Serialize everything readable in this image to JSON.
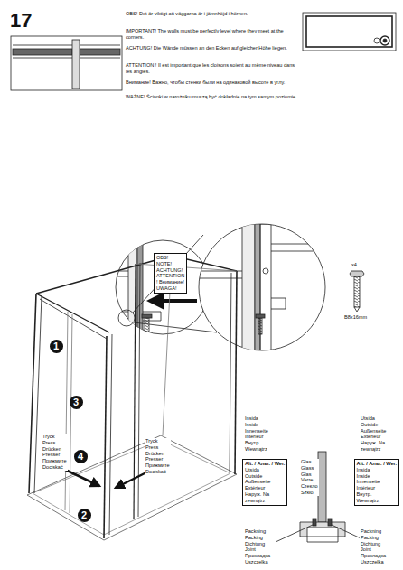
{
  "diagram": {
    "nodes": [
      {
        "text": [
          "OBS! NOTE! ACHTUNG! ATTENTION ! Внимание! UWAGA!"
        ]
      },
      {
        "text": [
          "1"
        ]
      },
      {
        "text": [
          "3"
        ]
      },
      {
        "text": [
          "4"
        ]
      },
      {
        "text": [
          "2"
        ]
      },
      {
        "text": [
          "Alt. / Альт. / Wer.",
          "Utsida Outside Außenseite Extérieur Наруж. Na zewnątrz"
        ]
      },
      {
        "text": [
          "Alt. / Альт. / Wer.",
          "Insida Inside Innenseite Intérieur Внутр. Wewnątrz"
        ]
      }
    ],
    "labels": [
      "17",
      "OBS! Det är viktigt att väggarna är i jämnhöjd i hörnen.",
      "IMPORTANT! The walls must be perfectly level where they meet at the corners.",
      "ACHTUNG! Die Wände müssen an den Ecken auf gleicher Höhe liegen.",
      "ATTENTION ! Il est important que les cloisons soient au même niveau dans les angles.",
      "Внимание! Важно, чтобы стенки были на одинаковой высоте в углу.",
      "WAŻNE! Ścianki w narożniku muszą być dokładnie na tym samym poziomie.",
      "x4",
      "B8x16mm",
      "Tryck Press Drücken Presser Прижмите Dociskać",
      "Tryck Press Drücken Presser Прижмите Dociskać",
      "Insida Inside Innenseite Intérieur Внутр. Wewnątrz",
      "Packning Packing Dichtung Joint Прокладка Uszczelka",
      "Glas Glass Glas Verre Стекло Szkło",
      "Utsida Outside Außenseite Extérieur Наруж. Na zewnątrz",
      "Packning Packing Dichtung Joint Прокладка Uszczelka"
    ]
  }
}
